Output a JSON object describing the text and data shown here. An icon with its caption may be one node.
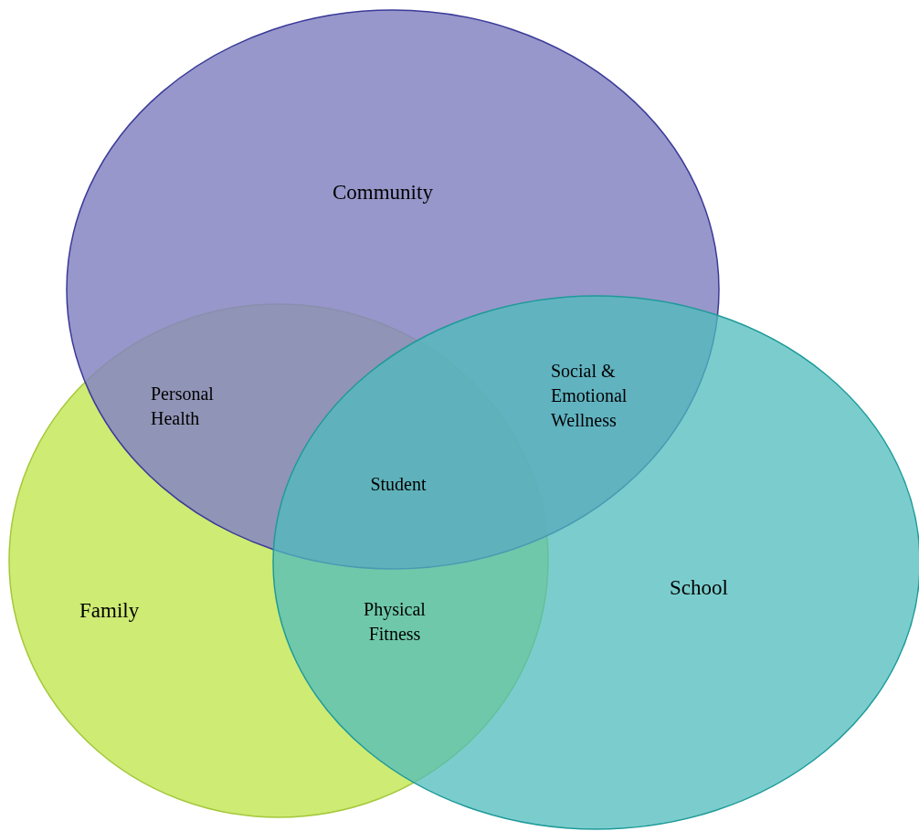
{
  "diagram": {
    "nodes": [
      {
        "text": [
          "Community"
        ]
      },
      {
        "text": [
          "Family"
        ]
      },
      {
        "text": [
          "School"
        ]
      }
    ],
    "edges": [],
    "labels": [
      "Social & Emotional Wellness",
      "Personal Health",
      "Student",
      "Physical Fitness"
    ]
  }
}
